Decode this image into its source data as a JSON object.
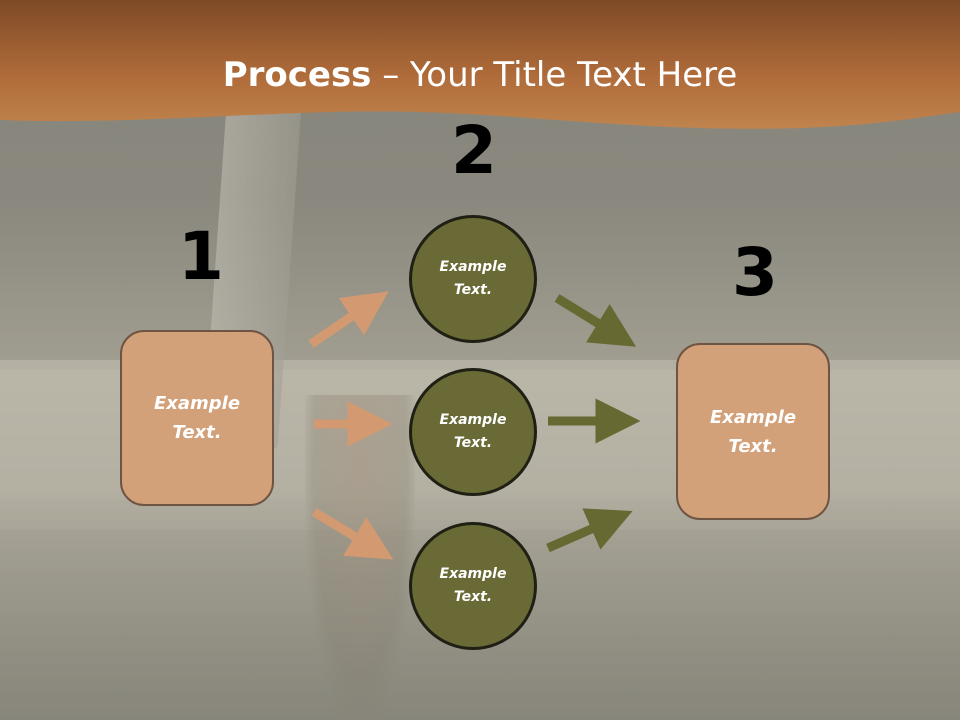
{
  "slide": {
    "title_bold": "Process",
    "title_rest": " – Your Title Text Here",
    "step_numbers": [
      "1",
      "2",
      "3"
    ]
  },
  "left_box": {
    "label": "Example\nText."
  },
  "circles": [
    {
      "label": "Example\nText."
    },
    {
      "label": "Example\nText."
    },
    {
      "label": "Example\nText."
    }
  ],
  "right_box": {
    "label": "Example\nText."
  },
  "colors": {
    "header_gradient_start": "#b97240",
    "header_gradient_end": "#8b4f28",
    "box_fill": "#d2a079",
    "box_border": "#6e5543",
    "circle_fill": "#696a36",
    "circle_border": "#1f1f14",
    "arrow_orange": "#d39a72",
    "arrow_olive": "#676932"
  }
}
